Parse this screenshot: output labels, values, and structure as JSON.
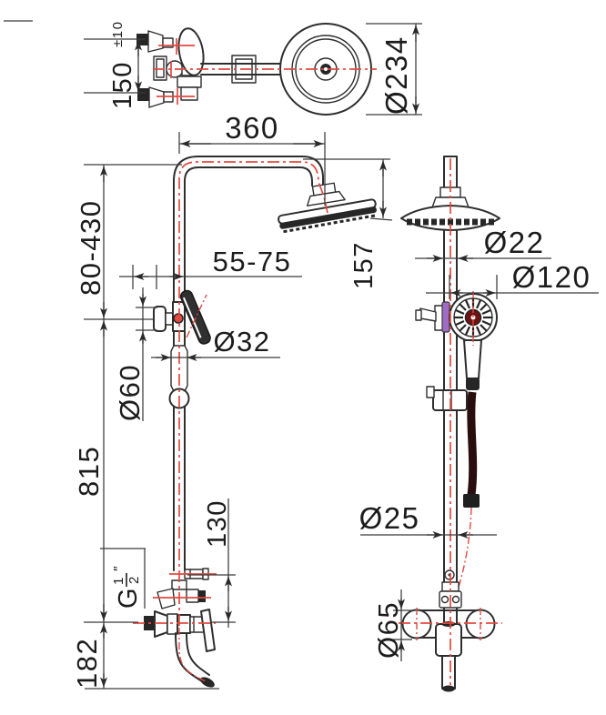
{
  "drawing": {
    "colors": {
      "line": "#2e2e2e",
      "centerline_red": "#e2493f",
      "hose_dark": "#2a0e0e",
      "holder_purple": "#a06cc4",
      "background": "#ffffff"
    },
    "front_view": {
      "inlet_spacing": {
        "value": "150",
        "tolerance": "±10"
      },
      "arm_reach": "360",
      "head_diameter": "Ø234",
      "holder_height_range": "80-430",
      "wall_offset_range": "55-75",
      "head_drop": "157",
      "joint_diameter": "Ø32",
      "flange_diameter": "Ø60",
      "column_height": "815",
      "outlet_to_center": "130",
      "thread": {
        "prefix": "G",
        "numerator": "1",
        "denominator": "2",
        "unit": "″"
      },
      "spout_drop": "182"
    },
    "side_view": {
      "upper_pipe_diameter": "Ø22",
      "hand_shower_diameter": "Ø120",
      "lower_pipe_diameter": "Ø25",
      "escutcheon_diameter": "Ø65"
    }
  }
}
